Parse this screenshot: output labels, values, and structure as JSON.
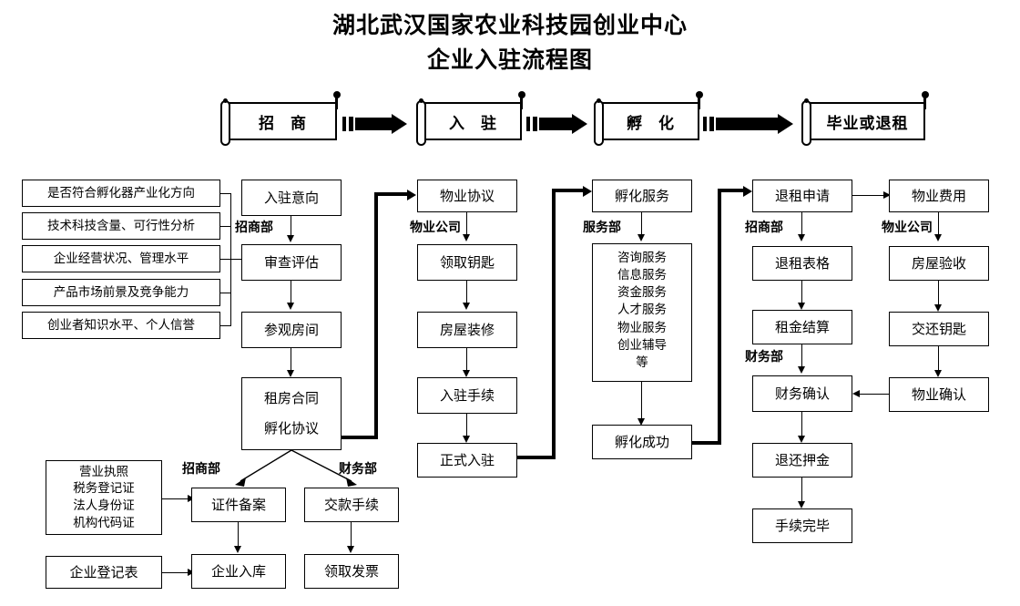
{
  "title": {
    "line1": "湖北武汉国家农业科技园创业中心",
    "line2": "企业入驻流程图"
  },
  "stages": [
    {
      "label": "招  商"
    },
    {
      "label": "入  驻"
    },
    {
      "label": "孵  化"
    },
    {
      "label": "毕业或退租"
    }
  ],
  "criteria": [
    {
      "label": "是否符合孵化器产业化方向"
    },
    {
      "label": "技术科技含量、可行性分析"
    },
    {
      "label": "企业经营状况、管理水平"
    },
    {
      "label": "产品市场前景及竞争能力"
    },
    {
      "label": "创业者知识水平、个人信誉"
    }
  ],
  "columns": {
    "recruitment": {
      "dept": "招商部",
      "nodes": [
        {
          "label": "入驻意向"
        },
        {
          "label": "审查评估"
        },
        {
          "label": "参观房间"
        },
        {
          "line1": "租房合同",
          "line2": "孵化协议"
        }
      ]
    },
    "property_in": {
      "dept": "物业公司",
      "nodes": [
        {
          "label": "物业协议"
        },
        {
          "label": "领取钥匙"
        },
        {
          "label": "房屋装修"
        },
        {
          "label": "入驻手续"
        },
        {
          "label": "正式入驻"
        }
      ]
    },
    "service": {
      "dept": "服务部",
      "nodes": [
        {
          "label": "孵化服务"
        },
        {
          "label": "孵化成功"
        }
      ],
      "service_items": [
        "咨询服务",
        "信息服务",
        "资金服务",
        "人才服务",
        "物业服务",
        "创业辅导",
        "等"
      ]
    },
    "exit_recruitment": {
      "dept1": "招商部",
      "dept2": "财务部",
      "nodes": [
        {
          "label": "退租申请"
        },
        {
          "label": "退租表格"
        },
        {
          "label": "租金结算"
        },
        {
          "label": "财务确认"
        },
        {
          "label": "退还押金"
        },
        {
          "label": "手续完毕"
        }
      ]
    },
    "property_out": {
      "dept": "物业公司",
      "nodes": [
        {
          "label": "物业费用"
        },
        {
          "label": "房屋验收"
        },
        {
          "label": "交还钥匙"
        },
        {
          "label": "物业确认"
        }
      ]
    }
  },
  "documents": {
    "certificates": [
      "营业执照",
      "税务登记证",
      "法人身份证",
      "机构代码证"
    ],
    "registration_form": "企业登记表"
  },
  "filing": {
    "dept_left": "招商部",
    "dept_right": "财务部",
    "nodes": [
      {
        "label": "证件备案"
      },
      {
        "label": "企业入库"
      },
      {
        "label": "交款手续"
      },
      {
        "label": "领取发票"
      }
    ]
  },
  "colors": {
    "ink": "#000000",
    "paper": "#ffffff"
  }
}
